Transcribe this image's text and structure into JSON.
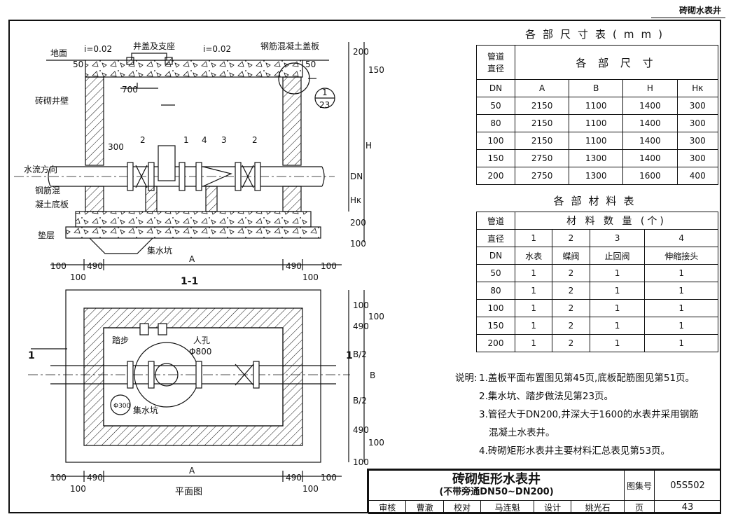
{
  "header": {
    "tag": "砖砌水表井"
  },
  "section": {
    "title": "1-1",
    "labels": {
      "ground": "地面",
      "slope": "i=0.02",
      "cover_seat": "井盖及支座",
      "concrete_cover": "钢筋混凝土盖板",
      "wall": "砖砌井壁",
      "flow": "水流方向",
      "bottom_slab_1": "钢筋混",
      "bottom_slab_2": "凝土底板",
      "cushion": "垫层",
      "sump": "集水坑"
    },
    "dims": {
      "d50": "50",
      "d700": "700",
      "d300": "300",
      "d200": "200",
      "d150": "150",
      "H": "H",
      "DN": "DN",
      "Hk": "Hκ",
      "d100": "100",
      "d490": "490",
      "A": "A",
      "sec_ref_num": "1",
      "sec_ref_page": "23"
    },
    "part_nums": [
      "2",
      "1",
      "4",
      "3",
      "2"
    ]
  },
  "plan": {
    "title": "平面图",
    "labels": {
      "step": "踏步",
      "manhole": "人孔",
      "manhole_dia": "Φ800",
      "sump": "集水坑",
      "sump_dia": "Φ300",
      "cut": "1"
    },
    "dims": {
      "B": "B",
      "B2": "B/2",
      "d490": "490",
      "d100": "100",
      "A": "A"
    }
  },
  "dim_table": {
    "title": "各部尺寸表(mm)",
    "h_pipe_1": "管道",
    "h_pipe_2": "直径",
    "h_group": "各 部 尺 寸",
    "cols": [
      "DN",
      "A",
      "B",
      "H",
      "Hκ"
    ],
    "rows": [
      [
        "50",
        "2150",
        "1100",
        "1400",
        "300"
      ],
      [
        "80",
        "2150",
        "1100",
        "1400",
        "300"
      ],
      [
        "100",
        "2150",
        "1100",
        "1400",
        "300"
      ],
      [
        "150",
        "2750",
        "1300",
        "1400",
        "300"
      ],
      [
        "200",
        "2750",
        "1300",
        "1600",
        "400"
      ]
    ]
  },
  "mat_table": {
    "title": "各部材料表",
    "h_pipe_1": "管道",
    "h_pipe_2": "直径",
    "h_dn": "DN",
    "h_group": "材 料 数 量 (个)",
    "nums": [
      "1",
      "2",
      "3",
      "4"
    ],
    "names": [
      "水表",
      "蝶阀",
      "止回阀",
      "伸缩接头"
    ],
    "rows": [
      [
        "50",
        "1",
        "2",
        "1",
        "1"
      ],
      [
        "80",
        "1",
        "2",
        "1",
        "1"
      ],
      [
        "100",
        "1",
        "2",
        "1",
        "1"
      ],
      [
        "150",
        "1",
        "2",
        "1",
        "1"
      ],
      [
        "200",
        "1",
        "2",
        "1",
        "1"
      ]
    ]
  },
  "notes": {
    "label": "说明:",
    "items": [
      "1.盖板平面布置图见第45页,底板配筋图见第51页。",
      "2.集水坑、踏步做法见第23页。",
      "3.管径大于DN200,井深大于1600的水表井采用钢筋",
      "混凝土水表井。",
      "4.砖砌矩形水表井主要材料汇总表见第53页。"
    ]
  },
  "title_block": {
    "title": "砖砌矩形水表井",
    "subtitle": "(不带旁通DN50~DN200)",
    "atlas_label": "图集号",
    "atlas_no": "05S502",
    "page_label": "页",
    "page_no": "43",
    "review_label": "审核",
    "reviewer": "曹澈",
    "check_label": "校对",
    "checker": "马连魁",
    "design_label": "设计",
    "designer": "姚光石"
  }
}
